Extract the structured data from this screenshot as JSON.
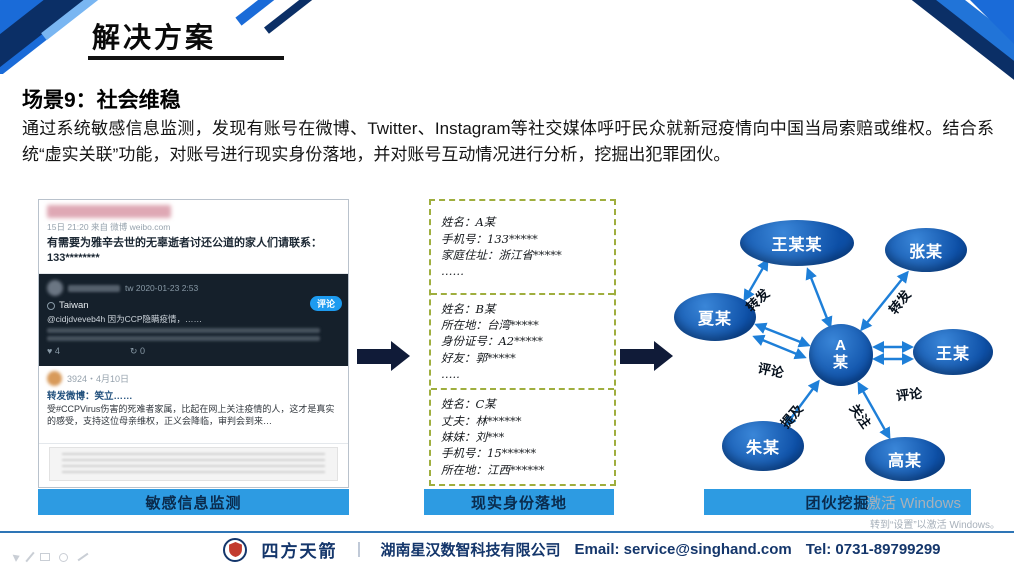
{
  "colors": {
    "bar_blue": "#2d9be2",
    "node_blue": "#0d4fa6",
    "edge_blue": "#1e7fd8",
    "dashed_green": "#9fae3e",
    "footer_blue": "#2e75b6",
    "arrow_navy": "#101b38"
  },
  "header": {
    "title": "解决方案"
  },
  "scene": {
    "heading": "场景9：社会维稳",
    "body": "通过系统敏感信息监测，发现有账号在微博、Twitter、Instagram等社交媒体呼吁民众就新冠疫情向中国当局索赔或维权。结合系统“虚实关联”功能，对账号进行现实身份落地，并对账号互动情况进行分析，挖掘出犯罪团伙。"
  },
  "monitor_panel": {
    "label": "敏感信息监测",
    "weibo_post1": {
      "meta": "15日 21:20 来自 微博 weibo.com",
      "text": "有需要为雅辛去世的无辜逝者讨还公道的家人们请联系：133********"
    },
    "twitter_post": {
      "meta": "tw 2020-01-23 2:53",
      "badge": "评论",
      "location": "Taiwan",
      "text": "@cidjdveveb4h 因为CCP隐瞒疫情，……",
      "like_icon": "♥",
      "like_count": "4",
      "retweet_icon": "↻",
      "retweet_count": "0"
    },
    "weibo_post2": {
      "meta": "3924・4月10日",
      "repost_line": "转发微博：笑立……",
      "text": "受#CCPVirus伤害的死难者家属，比起在网上关注疫情的人，这才是真实的感受，支持这位母亲维权，正义会降临，审判会到来…"
    }
  },
  "identity_panel": {
    "label": "现实身份落地",
    "cards": [
      {
        "lines": [
          "姓名：A某",
          "手机号：133*****",
          "家庭住址：浙江省*****",
          "……"
        ]
      },
      {
        "lines": [
          "姓名：B某",
          "所在地：台湾*****",
          "身份证号：A2*****",
          "好友：郭*****",
          "….."
        ]
      },
      {
        "lines": [
          "姓名：C某",
          "丈夫：林******",
          "妹妹：刘***",
          "手机号：15******",
          "所在地：江西******"
        ]
      }
    ]
  },
  "graph_panel": {
    "label": "团伙挖掘",
    "center_node": {
      "line1": "A",
      "line2": "某"
    },
    "nodes": [
      "王某某",
      "张某",
      "夏某",
      "王某",
      "朱某",
      "高某"
    ],
    "edge_labels": [
      "转发",
      "转发",
      "评论",
      "评论",
      "提及",
      "关注"
    ]
  },
  "footer": {
    "brand": "四方天箭",
    "separator": "｜",
    "company": "湖南星汉数智科技有限公司",
    "email": "Email: service@singhand.com",
    "tel": "Tel: 0731-89799299"
  },
  "watermark": {
    "line1": "激活 Windows",
    "line2": "转到“设置”以激活 Windows。"
  },
  "icons": {
    "tools": [
      "cursor",
      "pen",
      "rectangle",
      "circle",
      "line"
    ]
  }
}
